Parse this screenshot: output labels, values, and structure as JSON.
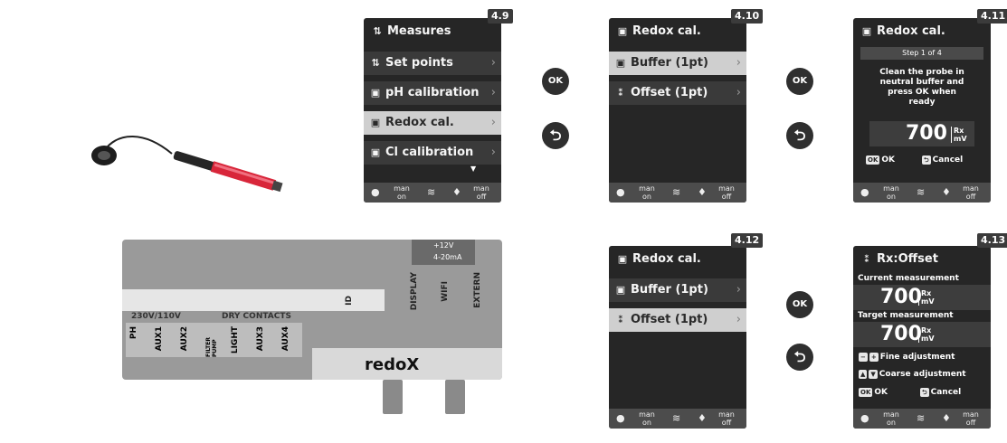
{
  "board": {
    "voltage": "230V/110V",
    "dry_contacts": "DRY CONTACTS",
    "connectors": [
      "PH",
      "AUX1",
      "AUX2",
      "FILTER PUMP",
      "LIGHT",
      "AUX3",
      "AUX4"
    ],
    "headers": [
      "DISPLAY",
      "WIFI",
      "EXTERN"
    ],
    "id_label": "ID",
    "power_12v": "+12V",
    "power_420ma": "4-20mA",
    "brand": "redoX"
  },
  "footer": {
    "man_on": "man\non",
    "man_off": "man\noff"
  },
  "nav": {
    "ok": "OK",
    "back": "⮌"
  },
  "screens": {
    "s49": {
      "badge": "4.9",
      "title": "Measures",
      "items": [
        "Set points",
        "pH calibration",
        "Redox cal.",
        "Cl calibration"
      ]
    },
    "s410": {
      "badge": "4.10",
      "title": "Redox cal.",
      "items": [
        "Buffer (1pt)",
        "Offset (1pt)"
      ]
    },
    "s411": {
      "badge": "4.11",
      "title": "Redox cal.",
      "step": "Step 1 of 4",
      "message": "Clean the probe in neutral buffer and press OK when ready",
      "value": "700",
      "unit_top": "Rx",
      "unit_bottom": "mV",
      "ok_key": "OK",
      "ok_label": "OK",
      "cancel_label": "Cancel"
    },
    "s412": {
      "badge": "4.12",
      "title": "Redox cal.",
      "items": [
        "Buffer (1pt)",
        "Offset (1pt)"
      ]
    },
    "s413": {
      "badge": "4.13",
      "title": "Rx:Offset",
      "current_label": "Current measurement",
      "current_value": "700",
      "target_label": "Target measurement",
      "target_value": "700",
      "unit_top": "Rx",
      "unit_bottom": "mV",
      "fine": "Fine adjustment",
      "coarse": "Coarse adjustment",
      "ok_key": "OK",
      "ok_label": "OK",
      "cancel_label": "Cancel"
    }
  }
}
